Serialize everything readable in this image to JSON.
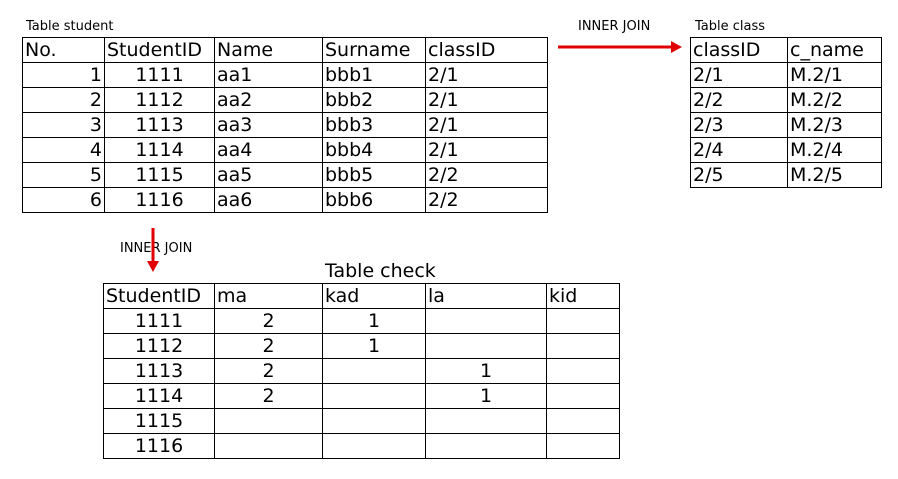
{
  "student": {
    "caption": "Table student",
    "headers": [
      "No.",
      "StudentID",
      "Name",
      "Surname",
      "classID"
    ],
    "rows": [
      [
        "1",
        "1111",
        "aa1",
        "bbb1",
        "2/1"
      ],
      [
        "2",
        "1112",
        "aa2",
        "bbb2",
        "2/1"
      ],
      [
        "3",
        "1113",
        "aa3",
        "bbb3",
        "2/1"
      ],
      [
        "4",
        "1114",
        "aa4",
        "bbb4",
        "2/1"
      ],
      [
        "5",
        "1115",
        "aa5",
        "bbb5",
        "2/2"
      ],
      [
        "6",
        "1116",
        "aa6",
        "bbb6",
        "2/2"
      ]
    ]
  },
  "class": {
    "caption": "Table class",
    "headers": [
      "classID",
      "c_name"
    ],
    "rows": [
      [
        "2/1",
        "M.2/1"
      ],
      [
        "2/2",
        "M.2/2"
      ],
      [
        "2/3",
        "M.2/3"
      ],
      [
        "2/4",
        "M.2/4"
      ],
      [
        "2/5",
        "M.2/5"
      ]
    ]
  },
  "check": {
    "caption": "Table check",
    "headers": [
      "StudentID",
      "ma",
      "kad",
      "la",
      "kid"
    ],
    "rows": [
      [
        "1111",
        "2",
        "1",
        "",
        ""
      ],
      [
        "1112",
        "2",
        "1",
        "",
        ""
      ],
      [
        "1113",
        "2",
        "",
        "1",
        ""
      ],
      [
        "1114",
        "2",
        "",
        "1",
        ""
      ],
      [
        "1115",
        "",
        "",
        "",
        ""
      ],
      [
        "1116",
        "",
        "",
        "",
        ""
      ]
    ]
  },
  "joins": {
    "right_label": "INNER JOIN",
    "down_label": "INNER JOIN"
  },
  "arrow_color": "#e00000"
}
